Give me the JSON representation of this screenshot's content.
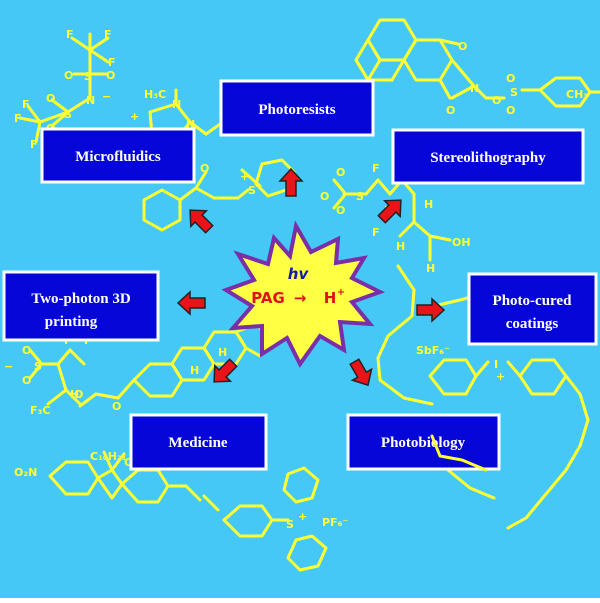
{
  "colors": {
    "background": "#45c8f5",
    "box_fill": "#0606d8",
    "box_border": "#ffffff",
    "molecule": "#ffff33",
    "burst_fill": "#ffff44",
    "burst_stroke": "#7a2fa8",
    "arrow_fill": "#e8141a",
    "arrow_stroke": "#222222",
    "burst_text_red": "#e0101a",
    "burst_text_blue": "#1616b0"
  },
  "center": {
    "hv": "hv",
    "pag": "PAG",
    "arrow": "→",
    "proton": "H",
    "proton_charge": "+"
  },
  "boxes": {
    "photoresists": "Photoresists",
    "microfluidics": "Microfluidics",
    "stereolithography": "Stereolithography",
    "two_photon_line1": "Two-photon 3D",
    "two_photon_line2": "printing",
    "photo_cured_line1": "Photo-cured",
    "photo_cured_line2": "coatings",
    "medicine": "Medicine",
    "photobiology": "Photobiology"
  },
  "labels": {
    "f": "F",
    "o": "O",
    "s": "S",
    "n": "N",
    "h": "H",
    "i": "I",
    "oh": "OH",
    "h3c": "H₃C",
    "ch3": "CH₃",
    "plus": "+",
    "minus": "−",
    "sbf6": "SbF₆⁻",
    "pf6": "PF₆⁻",
    "c10h21": "C₁₀H₂₁",
    "o2n": "O₂N",
    "f3c": "F₃C"
  }
}
